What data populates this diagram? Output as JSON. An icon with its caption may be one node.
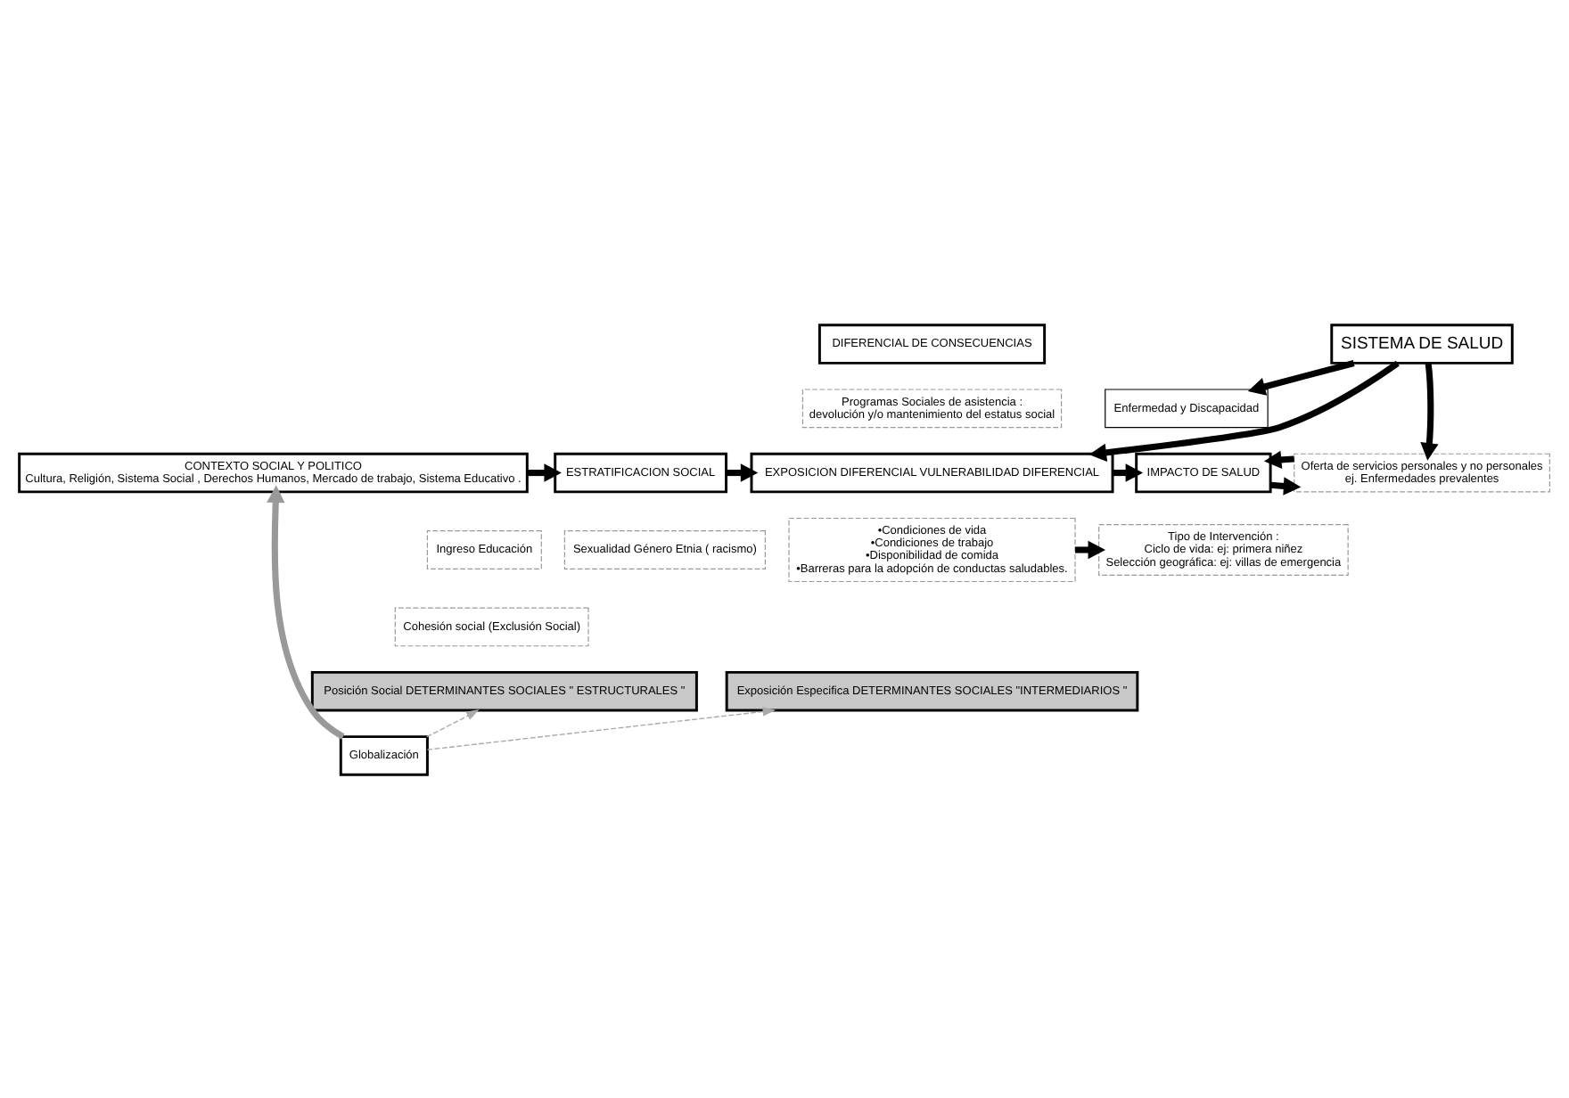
{
  "diagram": {
    "nodes": [
      {
        "text": [
          "CONTEXTO SOCIAL Y POLITICO",
          "Cultura, Religión, Sistema Social , Derechos Humanos, Mercado de trabajo, Sistema Educativo ."
        ]
      },
      {
        "text": [
          "DIFERENCIAL DE CONSECUENCIAS"
        ]
      },
      {
        "text": [
          "Programas Sociales de asistencia :",
          "devolución y/o mantenimiento del estatus social"
        ]
      },
      {
        "text": [
          "Enfermedad y Discapacidad"
        ]
      },
      {
        "text": [
          "SISTEMA DE SALUD"
        ]
      },
      {
        "text": [
          "ESTRATIFICACION SOCIAL"
        ]
      },
      {
        "text": [
          "EXPOSICION DIFERENCIAL VULNERABILIDAD DIFERENCIAL"
        ]
      },
      {
        "text": [
          "IMPACTO DE SALUD"
        ]
      },
      {
        "text": [
          "Oferta de servicios personales y no personales",
          "ej. Enfermedades prevalentes"
        ]
      },
      {
        "text": [
          "Ingreso Educación"
        ]
      },
      {
        "text": [
          "Sexualidad Género Etnia ( racismo)"
        ]
      },
      {
        "text": [
          "Cohesión social (Exclusión Social)"
        ]
      },
      {
        "text": [
          "•Condiciones de vida",
          "•Condiciones de trabajo",
          "•Disponibilidad de comida",
          "•Barreras para la adopción de conductas saludables."
        ]
      },
      {
        "text": [
          "Tipo de Intervención :",
          "Ciclo de vida: ej: primera niñez",
          "Selección geográfica: ej: villas de emergencia"
        ]
      },
      {
        "text": [
          "Posición Social DETERMINANTES SOCIALES \" ESTRUCTURALES \""
        ]
      },
      {
        "text": [
          "Exposición Especifica DETERMINANTES SOCIALES \"INTERMEDIARIOS \""
        ]
      },
      {
        "text": [
          "Globalización"
        ]
      }
    ],
    "edges": [
      {
        "from": 16,
        "to": 0,
        "arrow": "to",
        "color": "#999999"
      },
      {
        "from": 0,
        "to": 5,
        "arrow": "to"
      },
      {
        "from": 5,
        "to": 6,
        "arrow": "to"
      },
      {
        "from": 6,
        "to": 7,
        "arrow": "to"
      },
      {
        "from": 4,
        "to": 3,
        "arrow": "to"
      },
      {
        "from": 4,
        "to": 6,
        "arrow": "to"
      },
      {
        "from": 4,
        "to": 8,
        "arrow": "to"
      },
      {
        "from": 7,
        "to": 8,
        "arrow": "to"
      },
      {
        "from": 8,
        "to": 7,
        "arrow": "to"
      },
      {
        "from": 12,
        "to": 13,
        "arrow": "to"
      },
      {
        "from": 16,
        "to": 14,
        "arrow": "to",
        "style": "dashed",
        "color": "#aaaaaa"
      },
      {
        "from": 16,
        "to": 15,
        "arrow": "to",
        "style": "dashed",
        "color": "#aaaaaa"
      }
    ]
  }
}
